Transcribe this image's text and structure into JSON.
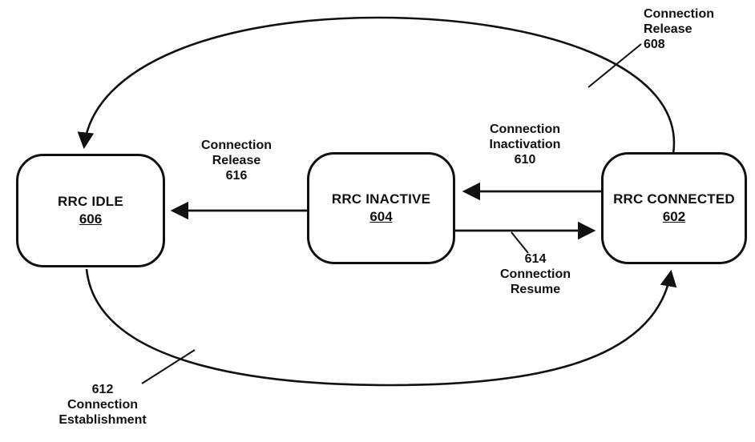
{
  "diagram": {
    "states": {
      "idle": {
        "name": "RRC IDLE",
        "ref": "606"
      },
      "inactive": {
        "name": "RRC INACTIVE",
        "ref": "604"
      },
      "connected": {
        "name": "RRC CONNECTED",
        "ref": "602"
      }
    },
    "labels": {
      "release_608": {
        "line1": "Connection",
        "line2": "Release",
        "line3": "608"
      },
      "inactivation_610": {
        "line1": "Connection",
        "line2": "Inactivation",
        "line3": "610"
      },
      "establishment_612": {
        "line1": "612",
        "line2": "Connection",
        "line3": "Establishment"
      },
      "resume_614": {
        "line1": "614",
        "line2": "Connection",
        "line3": "Resume"
      },
      "release_616": {
        "line1": "Connection",
        "line2": "Release",
        "line3": "616"
      }
    },
    "colors": {
      "line": "#111111",
      "background": "#ffffff"
    }
  }
}
